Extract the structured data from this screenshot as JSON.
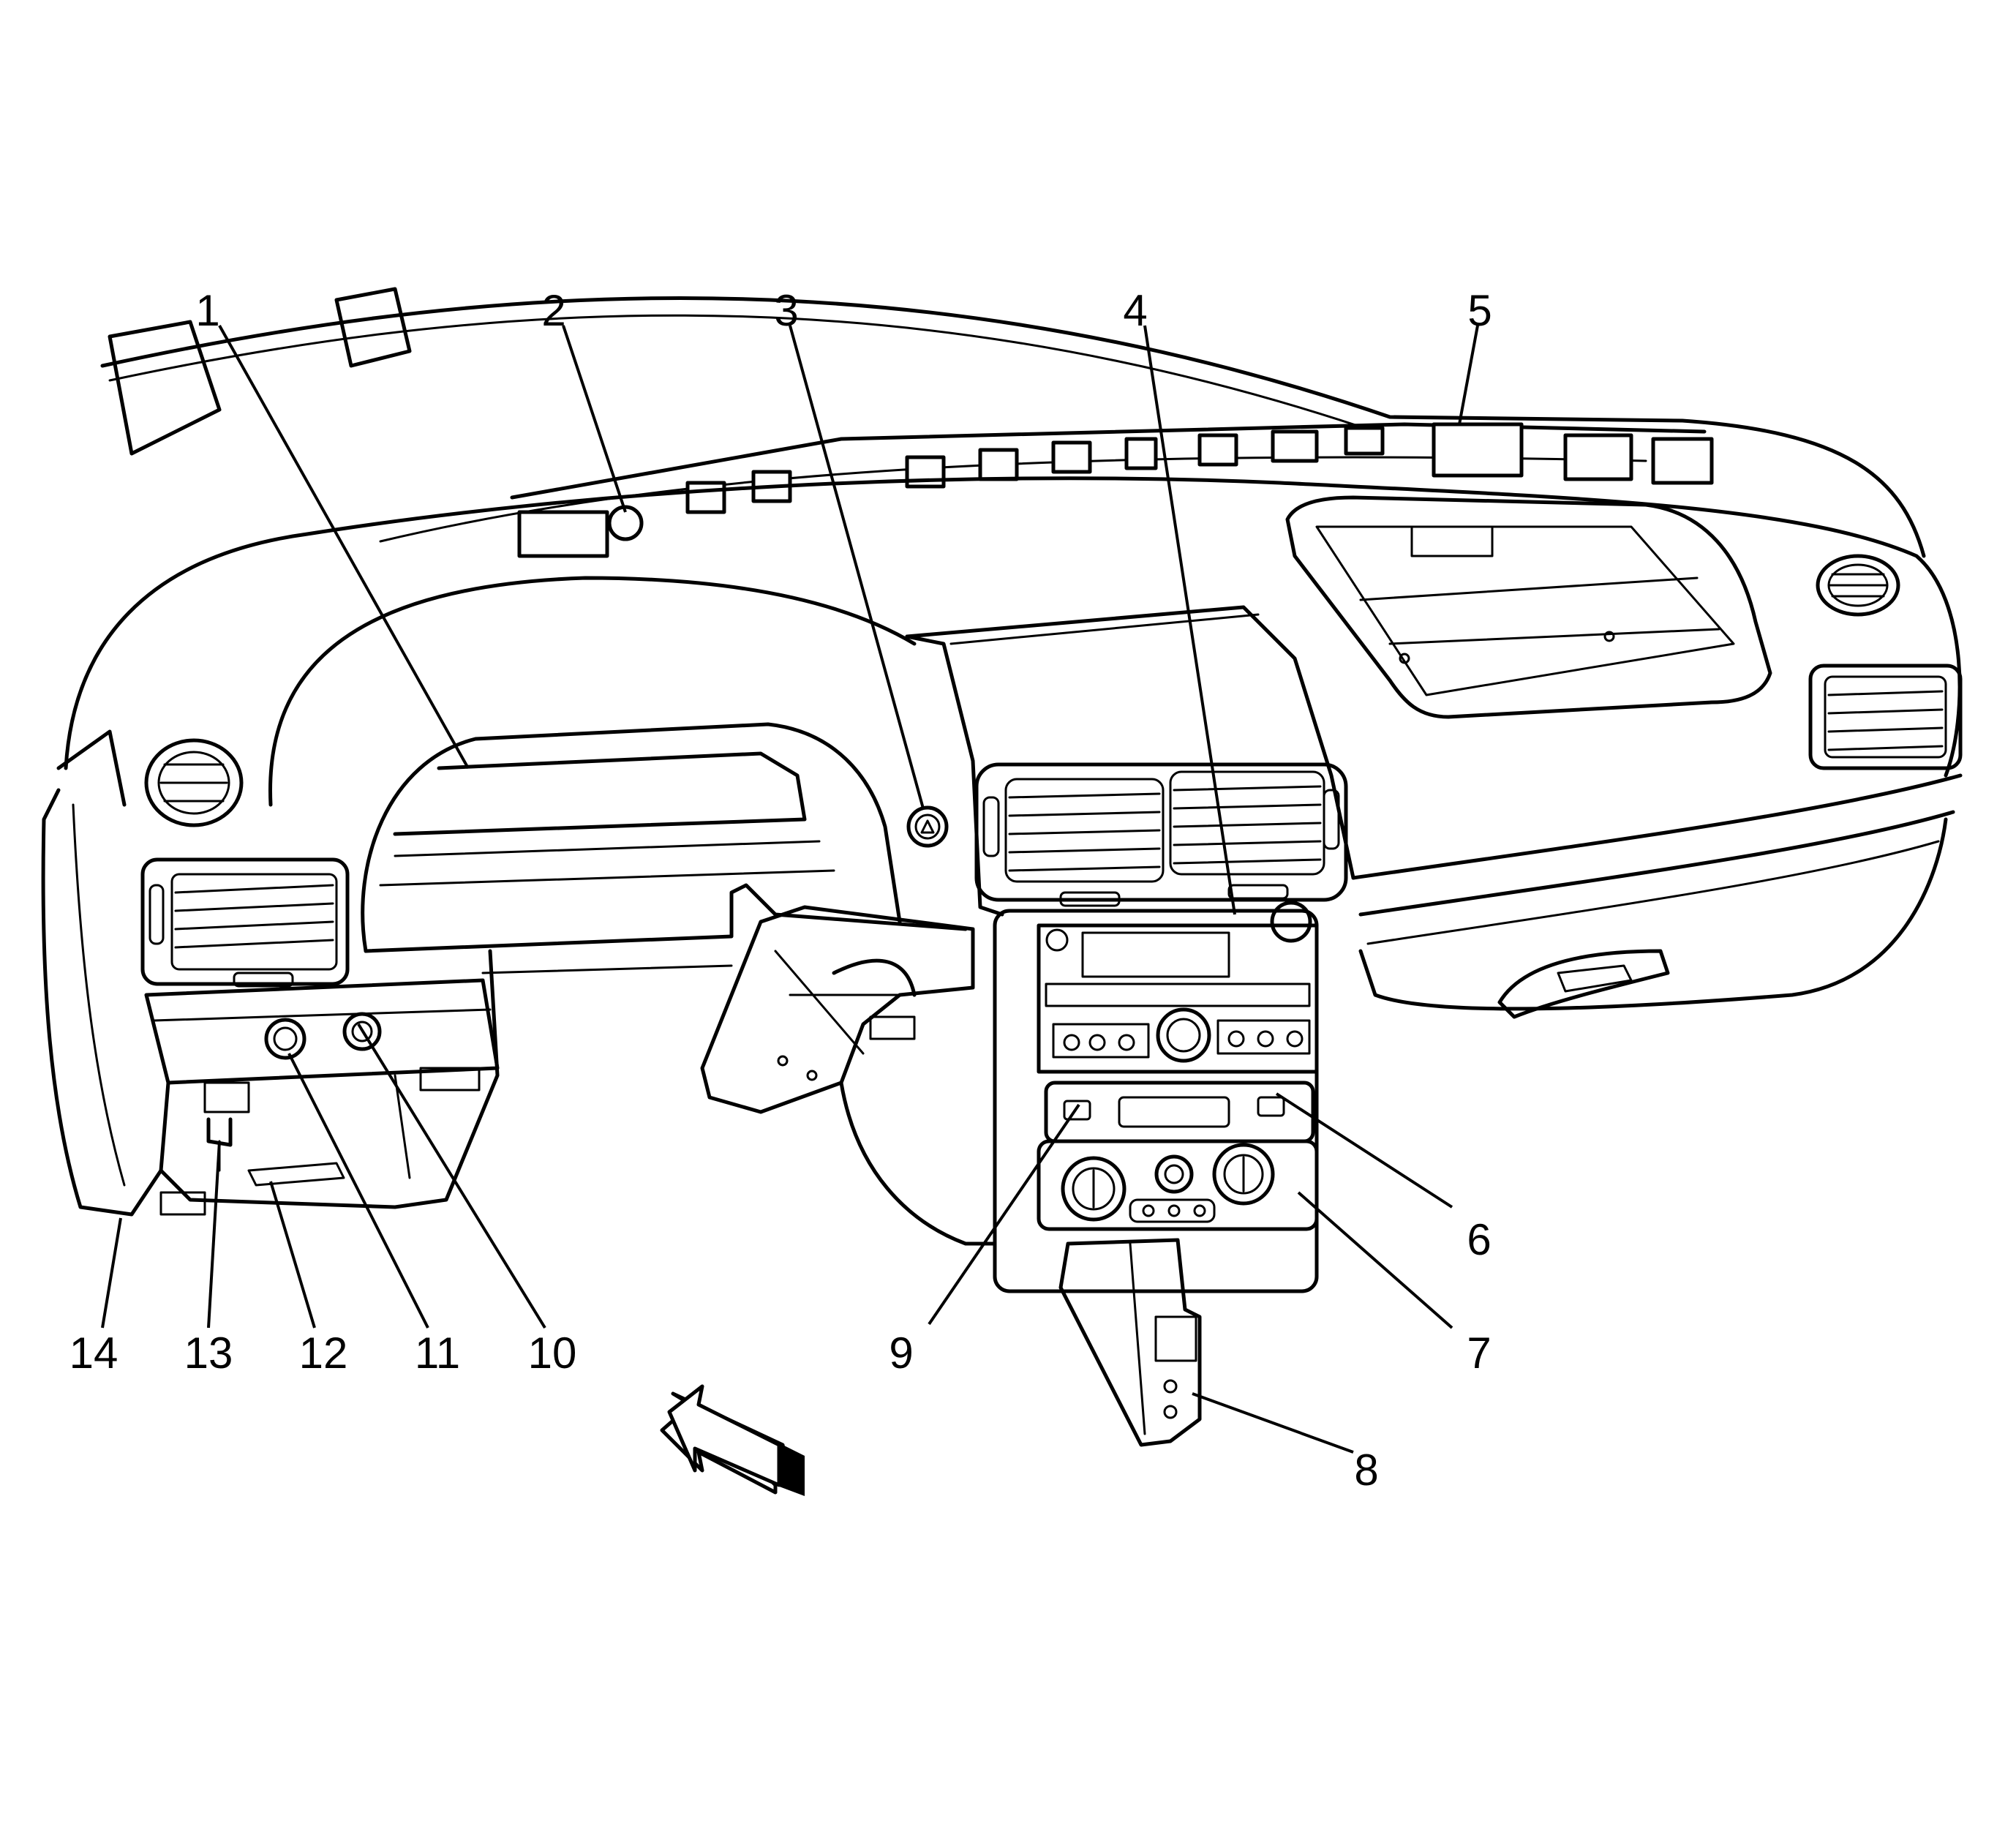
{
  "callouts": [
    {
      "id": "1",
      "text": "1"
    },
    {
      "id": "2",
      "text": "2"
    },
    {
      "id": "3",
      "text": "3"
    },
    {
      "id": "4",
      "text": "4"
    },
    {
      "id": "5",
      "text": "5"
    },
    {
      "id": "6",
      "text": "6"
    },
    {
      "id": "7",
      "text": "7"
    },
    {
      "id": "8",
      "text": "8"
    },
    {
      "id": "9",
      "text": "9"
    },
    {
      "id": "10",
      "text": "10"
    },
    {
      "id": "11",
      "text": "11"
    },
    {
      "id": "12",
      "text": "12"
    },
    {
      "id": "13",
      "text": "13"
    },
    {
      "id": "14",
      "text": "14"
    }
  ],
  "colors": {
    "ink": "#000000",
    "background": "#ffffff"
  },
  "icons": {
    "direction": "forward-arrow-icon"
  }
}
